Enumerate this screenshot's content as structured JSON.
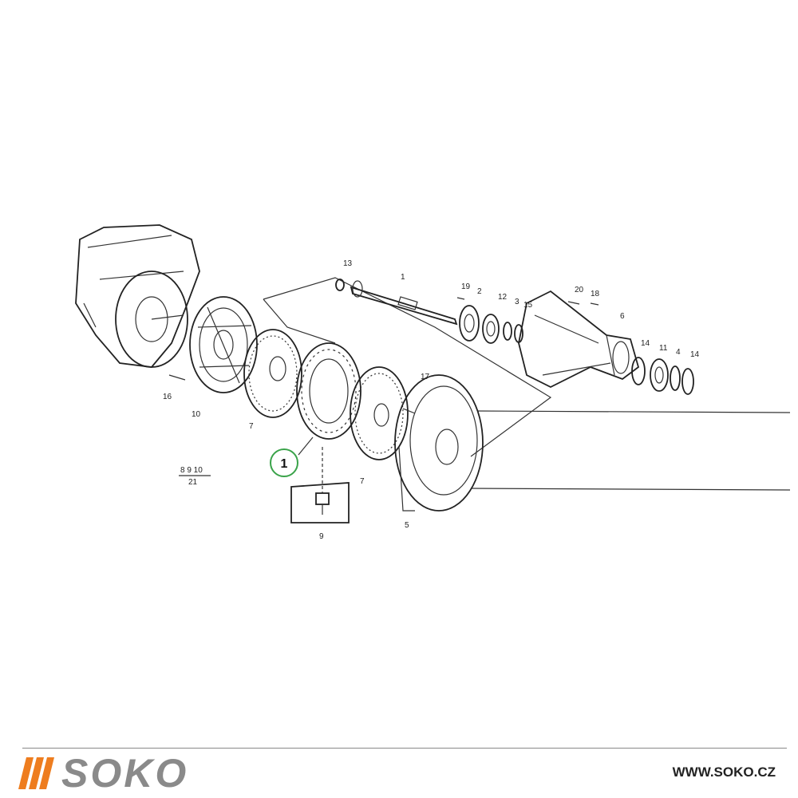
{
  "diagram": {
    "callout_number": "1",
    "callout_color": "#3aa34a",
    "part_labels": [
      "13",
      "1",
      "19",
      "2",
      "12",
      "3",
      "15",
      "20",
      "18",
      "6",
      "14",
      "11",
      "4",
      "14",
      "16",
      "10",
      "7",
      "17",
      "7",
      "5",
      "9"
    ],
    "group_label_top": "8 9 10",
    "group_label_bottom": "21"
  },
  "footer": {
    "brand": "SOKO",
    "brand_accent_color": "#ee7d1f",
    "brand_text_color": "#8a8a8a",
    "website": "WWW.SOKO.CZ"
  }
}
